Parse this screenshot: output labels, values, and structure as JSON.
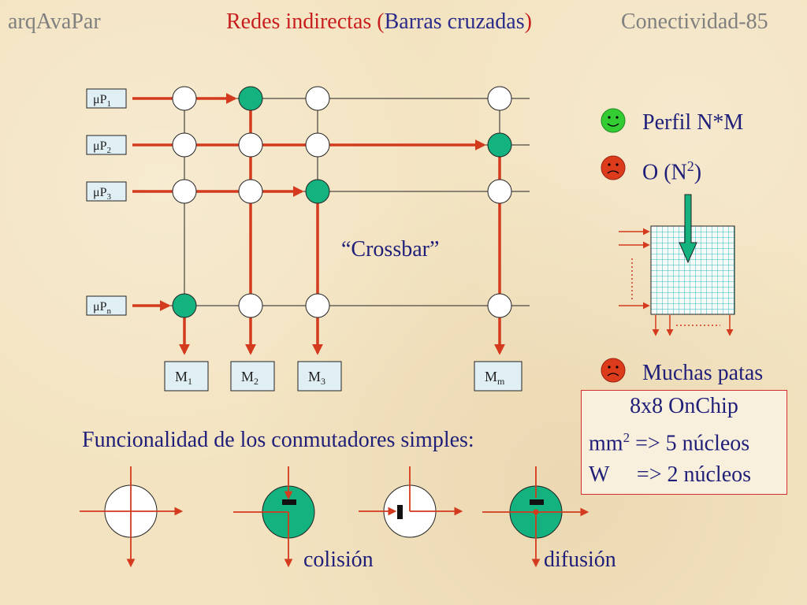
{
  "header": {
    "left": "arqAvaPar",
    "center_main": "Redes indirectas ",
    "center_paren_open": "(",
    "center_paren_inner": "Barras cruzadas",
    "center_paren_close": ")",
    "right": "Conectividad-85"
  },
  "processors": [
    {
      "prefix": "μP",
      "sub": "1"
    },
    {
      "prefix": "μP",
      "sub": "2"
    },
    {
      "prefix": "μP",
      "sub": "3"
    },
    {
      "prefix": "μP",
      "sub": "n"
    }
  ],
  "memories": [
    {
      "prefix": "M",
      "sub": "1"
    },
    {
      "prefix": "M",
      "sub": "2"
    },
    {
      "prefix": "M",
      "sub": "3"
    },
    {
      "prefix": "M",
      "sub": "m"
    }
  ],
  "crossbar_label": "“Crossbar”",
  "properties": [
    {
      "face": "smile",
      "text": "Perfil N*M"
    },
    {
      "face": "frown",
      "text_main": "O (N",
      "text_sup": "2",
      "text_end": ")"
    },
    {
      "face": "frown",
      "text": "Muchas patas"
    }
  ],
  "onchip": {
    "line1": "8x8 OnChip",
    "line2_main": "mm",
    "line2_sup": "2",
    "line2_rest": " => 5 núcleos",
    "line3": "W     => 2 núcleos"
  },
  "switches": {
    "title": "Funcionalidad de los conmutadores simples:",
    "collision_label": "colisión",
    "broadcast_label": "difusión"
  },
  "colors": {
    "red_line": "#d33a1e",
    "green_node": "#14b27e",
    "text_blue": "#1f1f7a",
    "grid_cyan": "#2fb8c0"
  }
}
